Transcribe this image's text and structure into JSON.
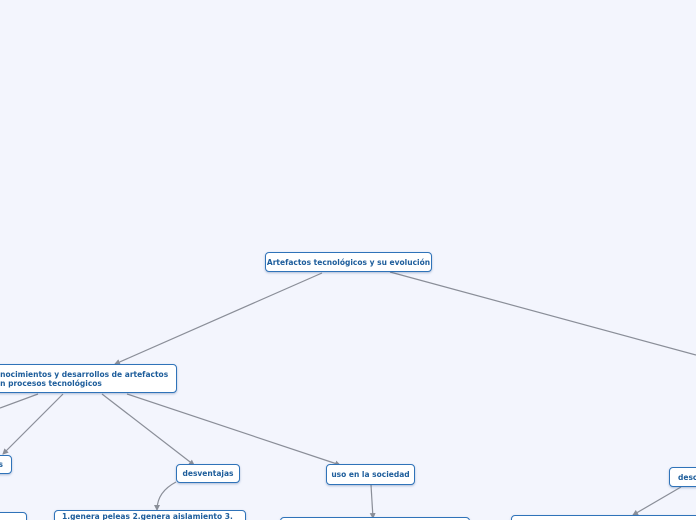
{
  "mindmap": {
    "root": {
      "label": "Artefactos tecnológicos y su evolución"
    },
    "branch_left": {
      "label": "onocimientos y desarrollos de artefactos\non procesos tecnológicos"
    },
    "child_left_edge": {
      "label": "s"
    },
    "child_desventajas": {
      "label": "desventajas"
    },
    "child_uso": {
      "label": "uso en la sociedad"
    },
    "child_desc": {
      "label": "desc"
    },
    "leaf_desventajas": {
      "label": "1.genera peleas 2.genera aislamiento 3."
    }
  },
  "colors": {
    "background": "#f3f5fd",
    "node_border": "#2f73b9",
    "node_text": "#1d5d9b",
    "connector": "#8a8e98"
  }
}
